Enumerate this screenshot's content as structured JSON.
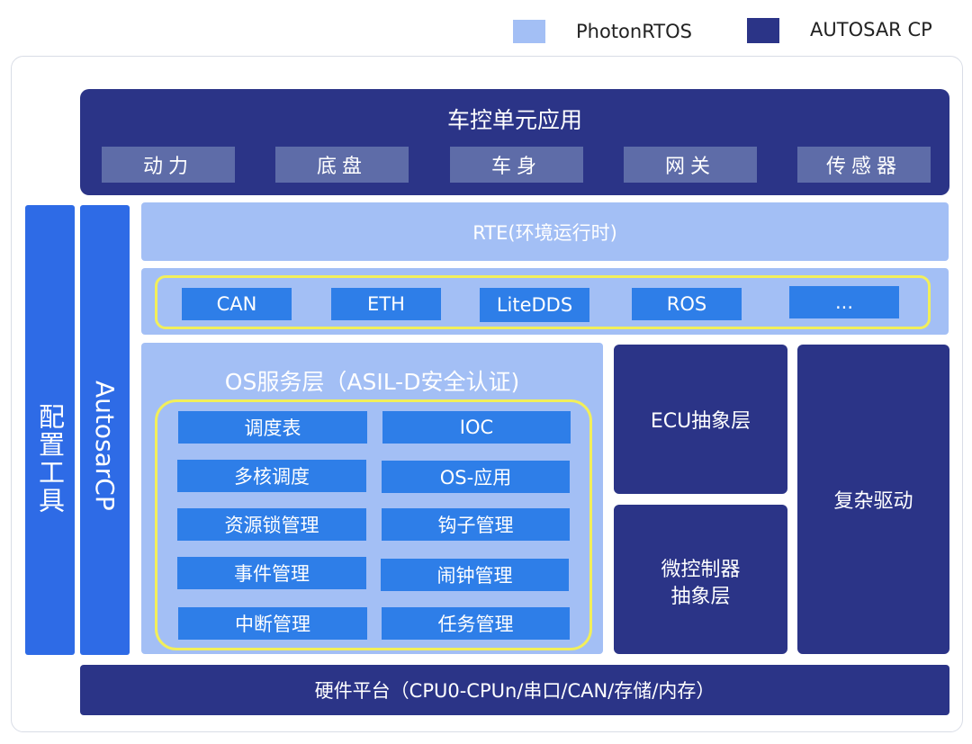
{
  "legend": {
    "photon_label": "PhotonRTOS",
    "autosar_label": "AUTOSAR CP",
    "photon_color": "#a3bff5",
    "autosar_color": "#2b3487"
  },
  "app_layer": {
    "title": "车控单元应用",
    "items": [
      "动力",
      "底盘",
      "车身",
      "网关",
      "传感器"
    ]
  },
  "config_tool": "配置工具",
  "autosar_cp": "AutosarCP",
  "rte": "RTE(环境运行时)",
  "comm_stack": [
    "CAN",
    "ETH",
    "LiteDDS",
    "ROS",
    "..."
  ],
  "os_layer": {
    "title": "OS服务层（ASIL-D安全认证)",
    "services": [
      [
        "调度表",
        "IOC"
      ],
      [
        "多核调度",
        "OS-应用"
      ],
      [
        "资源锁管理",
        "钩子管理"
      ],
      [
        "事件管理",
        "闹钟管理"
      ],
      [
        "中断管理",
        "任务管理"
      ]
    ]
  },
  "ecu_abstraction": "ECU抽象层",
  "mcu_abstraction": {
    "line1": "微控制器",
    "line2": "抽象层"
  },
  "complex_driver": "复杂驱动",
  "hardware": "硬件平台（CPU0-CPUn/串口/CAN/存储/内存）"
}
